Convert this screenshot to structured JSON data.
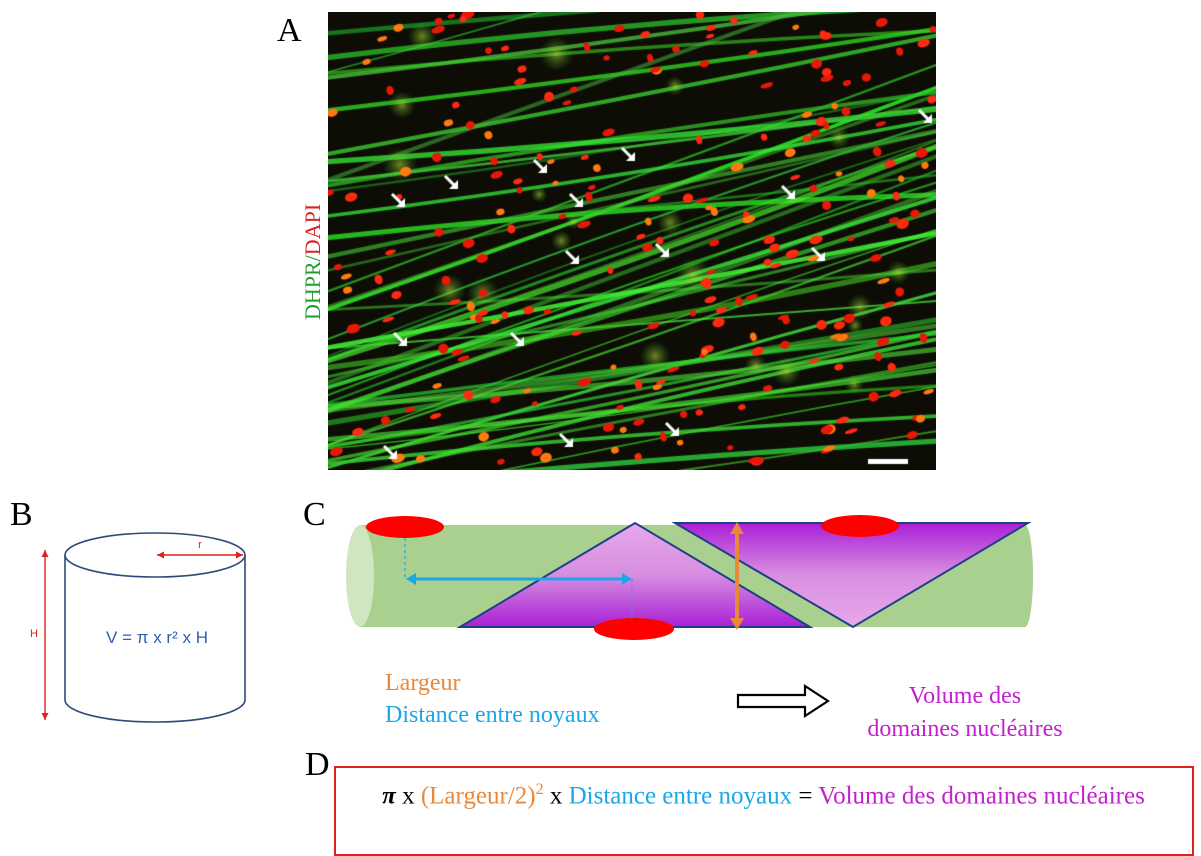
{
  "panels": {
    "a": "A",
    "b": "B",
    "c": "C",
    "d": "D"
  },
  "stain_label": {
    "part1": "DHPR",
    "separator": "/",
    "part2": "DAPI"
  },
  "stain_colors": {
    "dhpr": "#1e9e2e",
    "dapi": "#e0201e"
  },
  "cylinder": {
    "radius_label": "r",
    "height_label": "H",
    "formula": "V = π x r² x H"
  },
  "legend": {
    "largeur": "Largeur",
    "distance": "Distance entre noyaux",
    "largeur_color": "#e8883a",
    "distance_color": "#1aa7e8"
  },
  "result": {
    "line1": "Volume des",
    "line2": "domaines nucléaires",
    "color": "#c21fcf"
  },
  "formula": {
    "pi": "π",
    "x1": " x ",
    "largeur": "(Largeur/2)",
    "exp": "2",
    "x2": " x ",
    "distance": "Distance entre noyaux",
    "equals": " = ",
    "volume": "Volume des domaines nucléaires"
  }
}
